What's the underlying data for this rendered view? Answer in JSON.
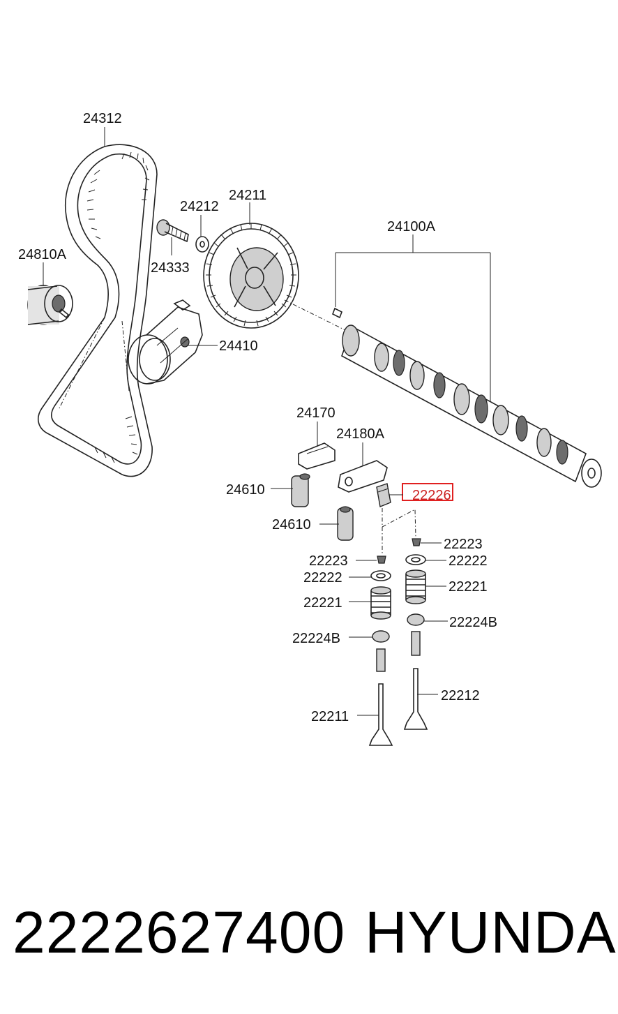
{
  "diagram": {
    "labels": {
      "belt": "24312",
      "idler": "24810A",
      "bolt": "24212",
      "washer": "24333",
      "sprocket": "24211",
      "camshaft": "24100A",
      "tensioner": "24410",
      "rocker_arm_a": "24170",
      "rocker_arm_b": "24180A",
      "lifter_a": "24610",
      "lifter_b": "24610",
      "highlighted_part": "22226",
      "retainer_key_a": "22223",
      "retainer_key_b": "22223",
      "retainer_a": "22222",
      "retainer_b": "22222",
      "spring_a": "22221",
      "spring_b": "22221",
      "seal_a": "22224B",
      "seal_b": "22224B",
      "intake_valve": "22211",
      "exhaust_valve": "22212"
    },
    "highlight_color": "#e02020"
  },
  "footer": {
    "part_number": "2222627400",
    "brand": "HYUNDAI"
  }
}
